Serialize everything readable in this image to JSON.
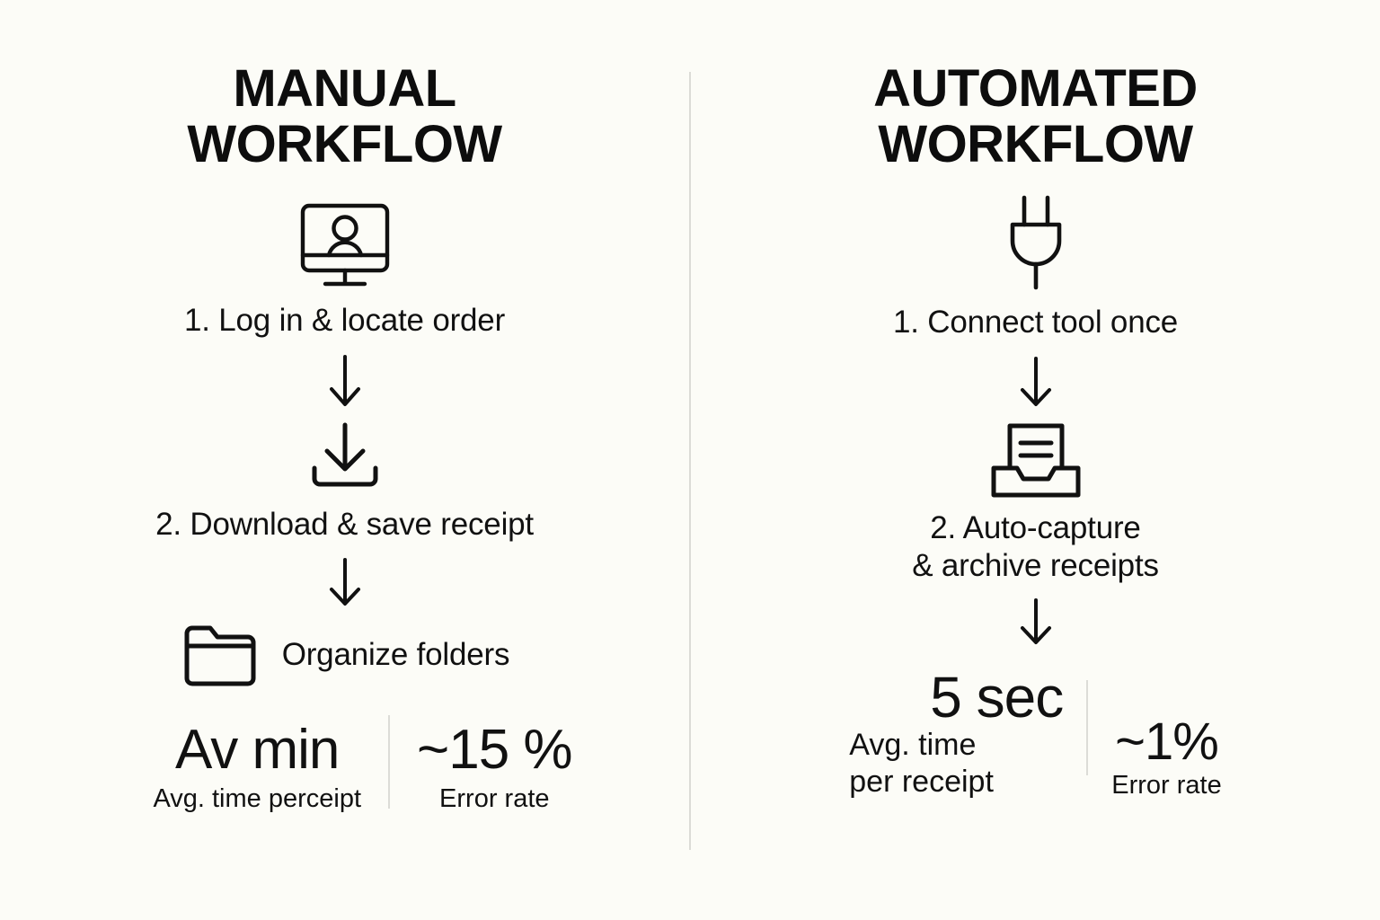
{
  "background_color": "#fcfcf7",
  "text_color": "#111111",
  "divider_color": "#dcdcd7",
  "columns": {
    "left": {
      "title": "MANUAL\nWORKFLOW",
      "icons": {
        "step1": "monitor-user-icon",
        "step2": "download-icon",
        "step3": "folder-icon",
        "arrow": "arrow-down-icon"
      },
      "steps": [
        {
          "text": "1. Log in & locate order"
        },
        {
          "text": "2. Download & save receipt"
        },
        {
          "text": "Organize folders"
        }
      ],
      "stats": [
        {
          "value": "Av min",
          "label": "Avg. time perceipt"
        },
        {
          "value": "~15 %",
          "label": "Error rate"
        }
      ]
    },
    "right": {
      "title": "AUTOMATED\nWORKFLOW",
      "icons": {
        "step1": "power-plug-icon",
        "step2": "inbox-tray-document-icon",
        "arrow": "arrow-down-icon"
      },
      "steps": [
        {
          "text": "1. Connect tool once"
        },
        {
          "text": "2. Auto-capture\n& archive receipts"
        }
      ],
      "stats": [
        {
          "value": "5 sec",
          "label": "Avg. time\nper receipt"
        },
        {
          "value": "~1%",
          "label": "Error rate"
        }
      ]
    }
  }
}
